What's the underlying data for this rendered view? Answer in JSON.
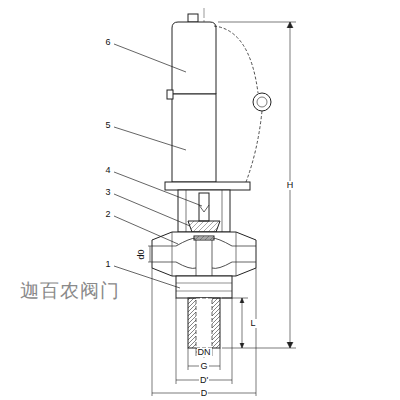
{
  "diagram": {
    "labels": [
      "6",
      "5",
      "4",
      "3",
      "2",
      "1",
      "d0",
      "H",
      "L",
      "DN",
      "G",
      "D'",
      "D",
      "迦百农阀门"
    ]
  }
}
